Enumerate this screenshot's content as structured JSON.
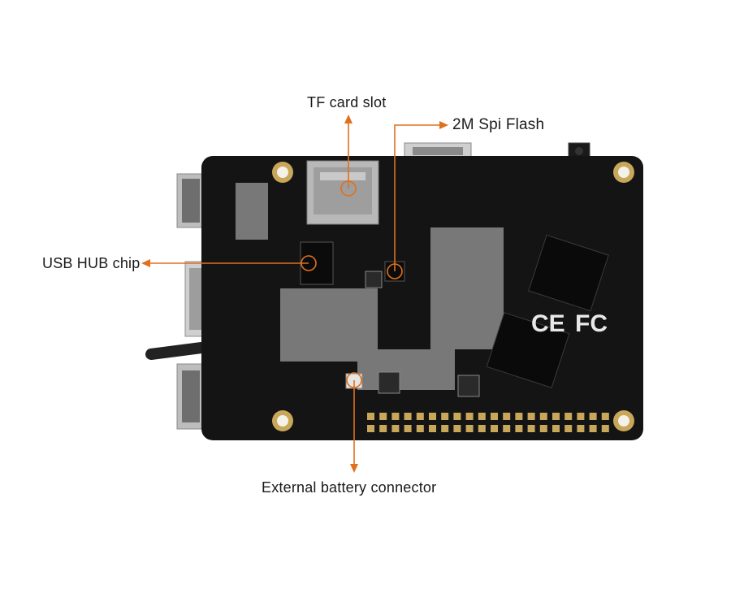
{
  "callouts": {
    "tf_card_slot": "TF card slot",
    "spi_flash": "2M Spi Flash",
    "usb_hub_chip": "USB HUB chip",
    "battery_connector": "External battery connector"
  },
  "board_markings": {
    "ce_mark": "CE",
    "fcc_mark": "FC"
  },
  "colors": {
    "pcb": "#141414",
    "callout_line": "#e0701c",
    "pad_gold": "#c9a75a",
    "silkscreen": "#e8e8e8",
    "component_grey": "#9a9a9a"
  }
}
